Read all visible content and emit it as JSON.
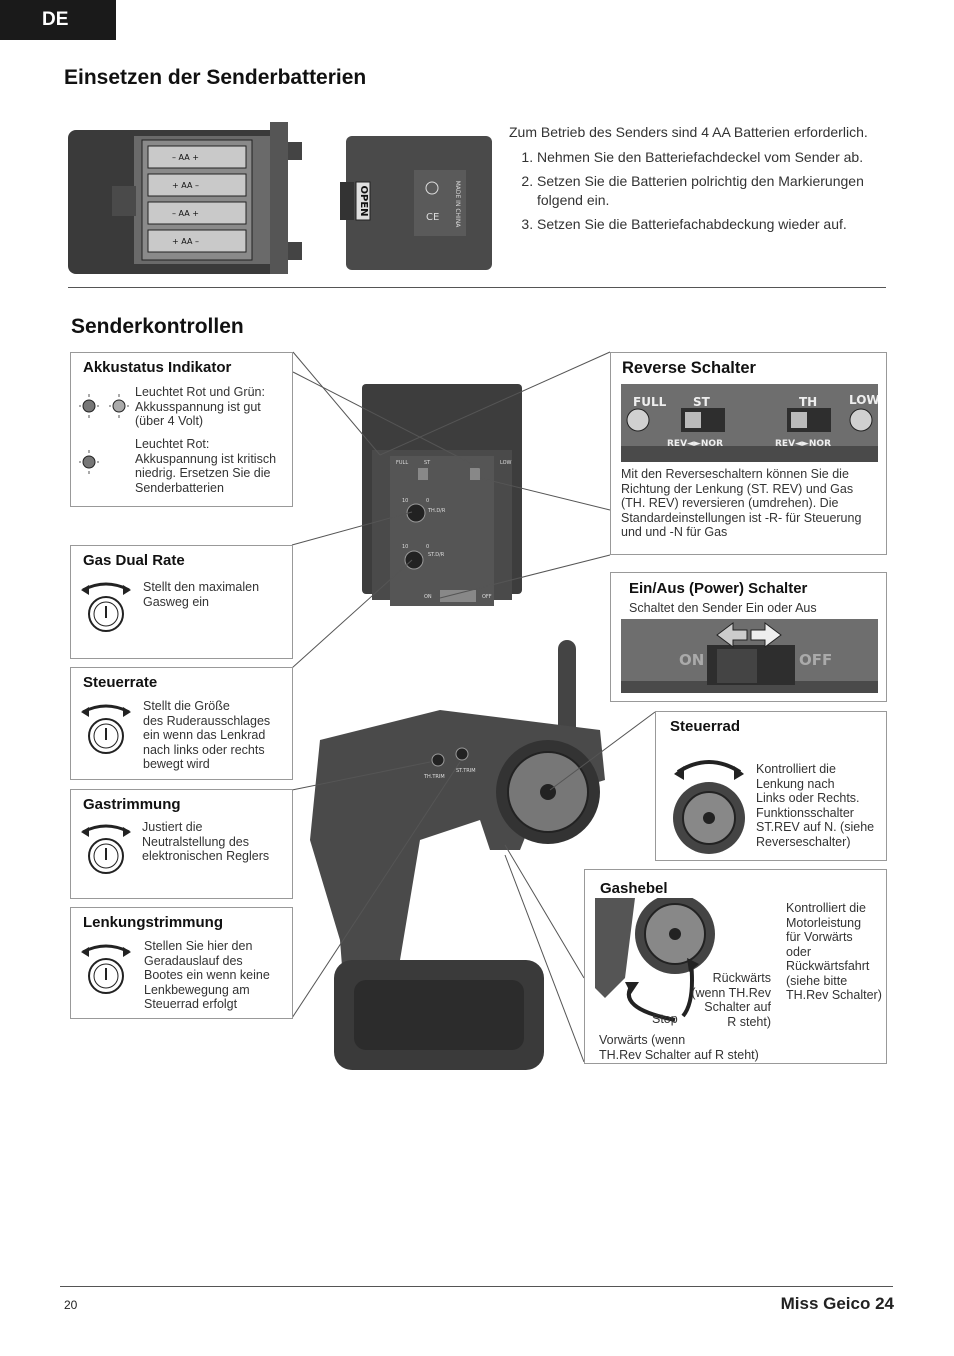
{
  "header": {
    "lang": "DE"
  },
  "battery": {
    "title": "Einsetzen der Senderbatterien",
    "intro": "Zum Betrieb des Senders sind 4 AA Batterien erforderlich.",
    "steps": [
      "Nehmen Sie den Batteriefachdeckel vom Sender ab.",
      "Setzen Sie die Batterien polrichtig den Markierungen folgend ein.",
      "Setzen Sie die Batteriefachabdeckung wieder auf."
    ],
    "cover_open": "OPEN",
    "cover_made": "MADE IN CHINA"
  },
  "controls": {
    "title": "Senderkontrollen",
    "akku": {
      "title": "Akkustatus Indikator",
      "text1": [
        "Leuchtet Rot und Grün:",
        "Akkusspannung ist gut",
        "(über 4 Volt)"
      ],
      "text2": [
        "Leuchtet Rot:",
        "Akkuspannung ist kritisch",
        "niedrig. Ersetzen Sie die",
        "Senderbatterien"
      ]
    },
    "gas_dr": {
      "title": "Gas Dual Rate",
      "text": [
        "Stellt den maximalen",
        "Gasweg ein"
      ]
    },
    "steuerrate": {
      "title": "Steuerrate",
      "text": [
        "Stellt die Größe",
        "des Ruderausschlages",
        "ein wenn das Lenkrad",
        "nach links oder rechts",
        "bewegt wird"
      ]
    },
    "gastrim": {
      "title": "Gastrimmung",
      "text": [
        "Justiert die",
        "Neutralstellung des",
        "elektronischen Reglers"
      ]
    },
    "lenktrim": {
      "title": "Lenkungstrimmung",
      "text": [
        "Stellen Sie hier den",
        "Geradauslauf des",
        "Bootes ein wenn keine",
        "Lenkbewegung am",
        "Steuerrad erfolgt"
      ]
    },
    "reverse": {
      "title": "Reverse Schalter",
      "text": [
        "Mit den Reverseschaltern können Sie die",
        "Richtung der Lenkung (ST. REV) und Gas",
        "(TH. REV) reversieren (umdrehen). Die",
        "Standardeinstellungen ist -R- für Steuerung",
        "und und -N für Gas"
      ],
      "lbl_full": "FULL",
      "lbl_st": "ST",
      "lbl_th": "TH",
      "lbl_low": "LOW",
      "lbl_revnor": "REV◄►NOR"
    },
    "power": {
      "title": "Ein/Aus (Power) Schalter",
      "text": "Schaltet den Sender Ein oder Aus",
      "on": "ON",
      "off": "OFF"
    },
    "steuerrad": {
      "title": "Steuerrad",
      "text": [
        "Kontrolliert die",
        "Lenkung nach",
        "Links oder Rechts.",
        "Funktionsschalter",
        "ST.REV auf N. (siehe",
        "Reverseschalter)"
      ]
    },
    "gashebel": {
      "title": "Gashebel",
      "text": [
        "Kontrolliert die",
        "Motorleistung",
        "für Vorwärts",
        "oder",
        "Rückwärtsfahrt",
        "(siehe bitte",
        "TH.Rev Schalter)"
      ],
      "rueck": [
        "Rückwärts",
        "(wenn TH.Rev",
        "Schalter auf",
        "R steht)"
      ],
      "stop": "Stop",
      "vor": [
        "Vorwärts (wenn",
        "TH.Rev Schalter auf R steht)"
      ]
    },
    "tx_labels": {
      "full": "FULL",
      "st": "ST",
      "low": "LOW",
      "thdr": "TH.D/R",
      "stdr": "ST.D/R",
      "on": "ON",
      "off": "OFF",
      "thtrim": "TH.TRIM",
      "sttrim": "ST.TRIM",
      "ten": "10",
      "zero": "0"
    }
  },
  "footer": {
    "page": "20",
    "title": "Miss Geico 24"
  }
}
